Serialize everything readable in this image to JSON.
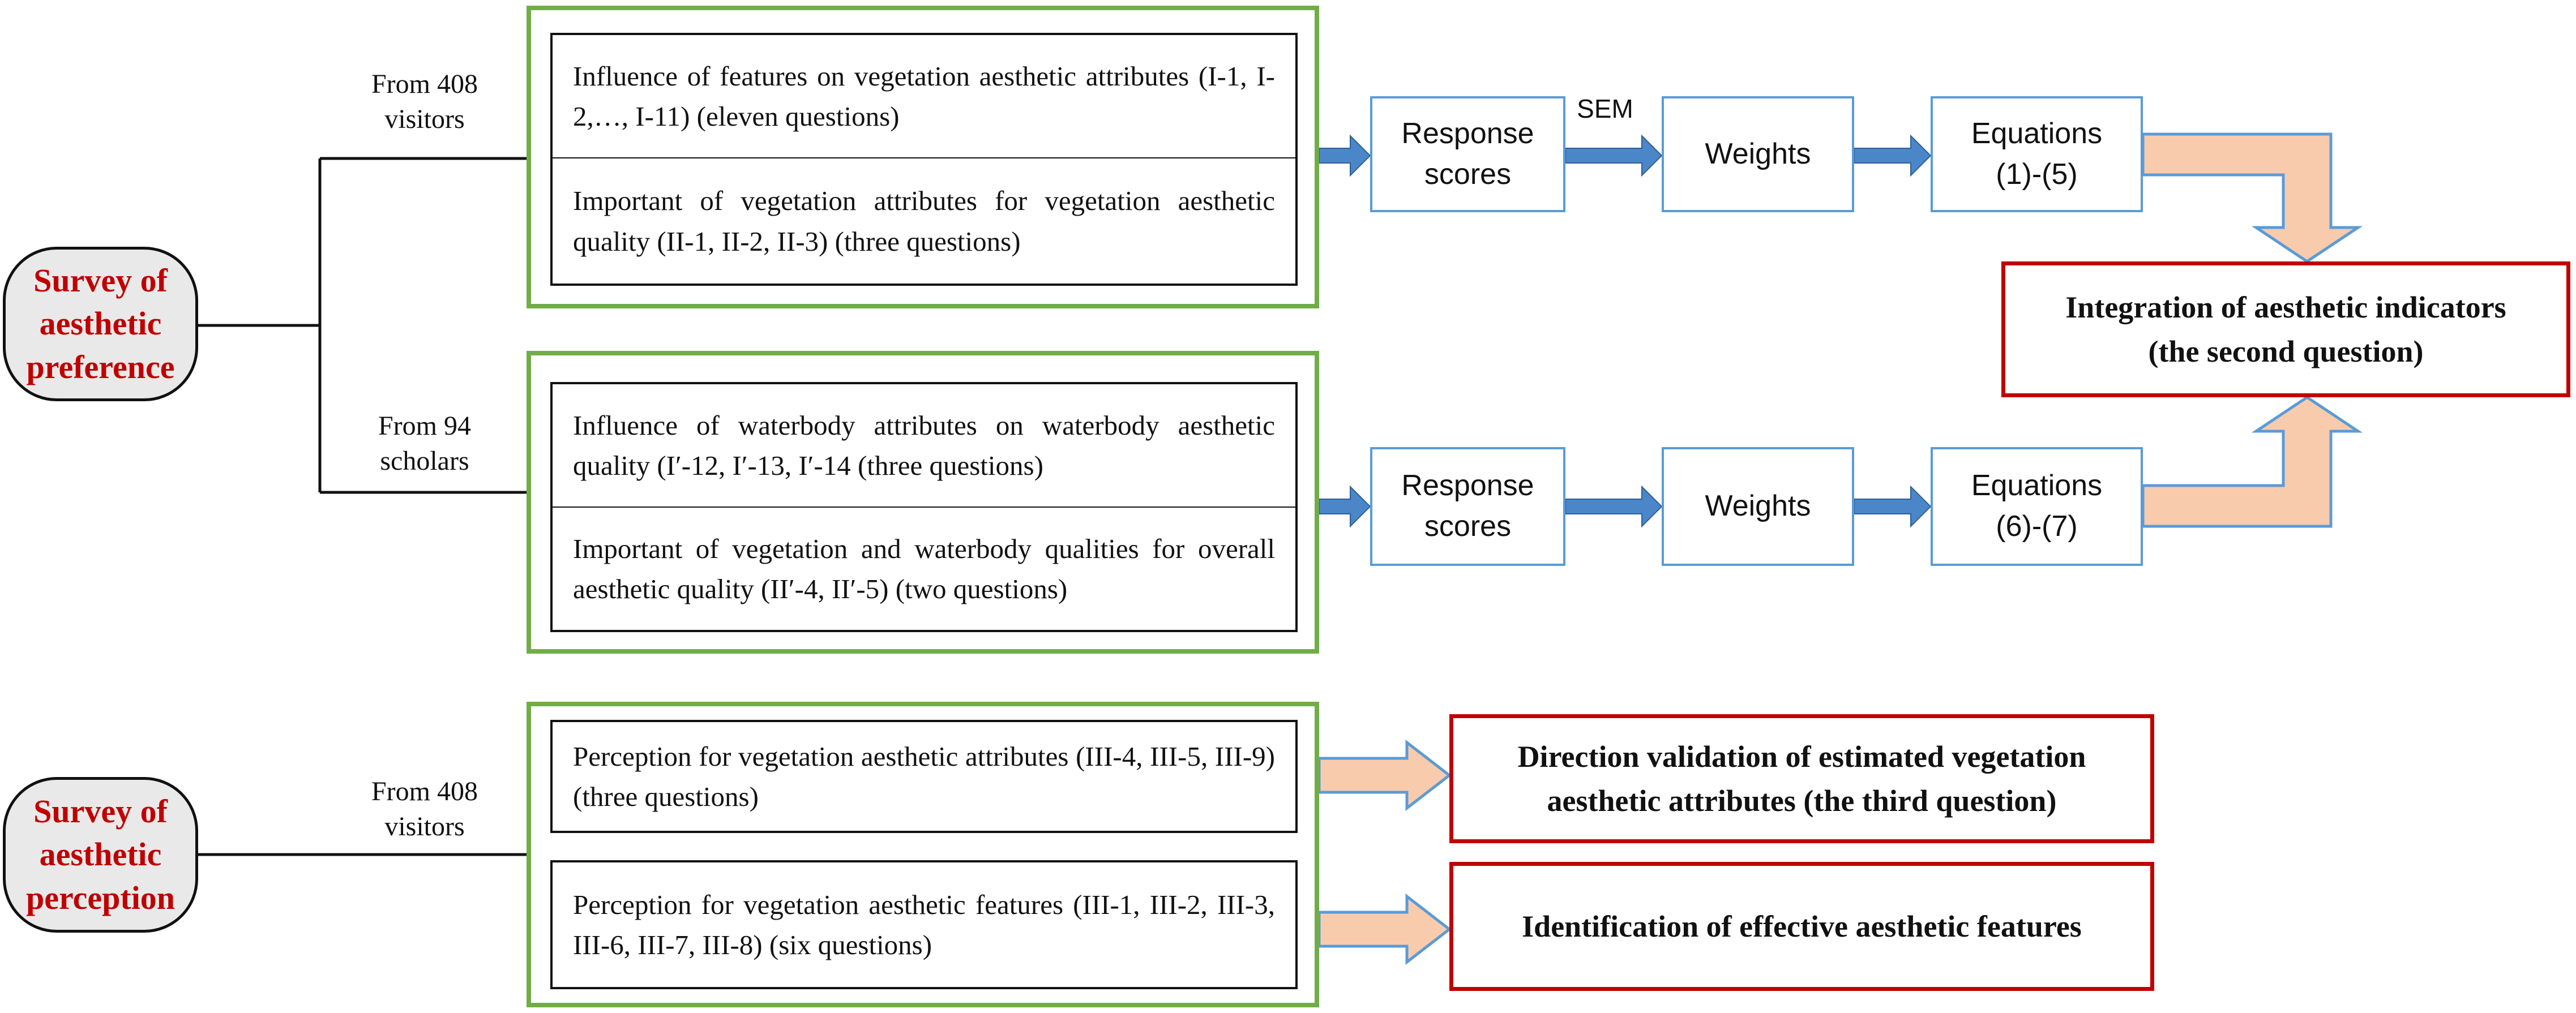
{
  "preference": {
    "title": "Survey of\naesthetic\npreference",
    "visitors_label": "From 408\nvisitors",
    "scholars_label": "From 94\nscholars",
    "q1": "Influence of features on vegetation aesthetic attributes (I-1, I-2,…, I-11) (eleven questions)",
    "q2": "Important of vegetation attributes for vegetation aesthetic quality (II-1, II-2, II-3) (three questions)",
    "q3": "Influence of waterbody attributes on waterbody aesthetic quality (I′-12, I′-13, I′-14 (three questions)",
    "q4": "Important of vegetation and waterbody qualities for overall aesthetic quality (II′-4, II′-5) (two questions)"
  },
  "flow_top": {
    "response": "Response\nscores",
    "sem": "SEM",
    "weights": "Weights",
    "equations": "Equations\n(1)-(5)"
  },
  "flow_mid": {
    "response": "Response\nscores",
    "weights": "Weights",
    "equations": "Equations\n(6)-(7)"
  },
  "integration": "Integration of aesthetic indicators\n(the second question)",
  "perception": {
    "title": "Survey of\naesthetic\nperception",
    "visitors_label": "From 408\nvisitors",
    "q1": "Perception for vegetation aesthetic attributes (III-4, III-5, III-9) (three questions)",
    "q2": "Perception for vegetation aesthetic features (III-1, III-2, III-3, III-6, III-7, III-8) (six questions)"
  },
  "direction_validation": "Direction validation of estimated vegetation\naesthetic attributes (the third question)",
  "identification": "Identification of effective aesthetic features",
  "colors": {
    "group_border": "#70ad47",
    "flow_border": "#5b9bd5",
    "flow_arrow": "#4a86c8",
    "output_border": "#c00000",
    "title_text": "#c00000",
    "pill_fill": "#e9e9e9",
    "wide_arrow_fill": "#f8cbad"
  }
}
